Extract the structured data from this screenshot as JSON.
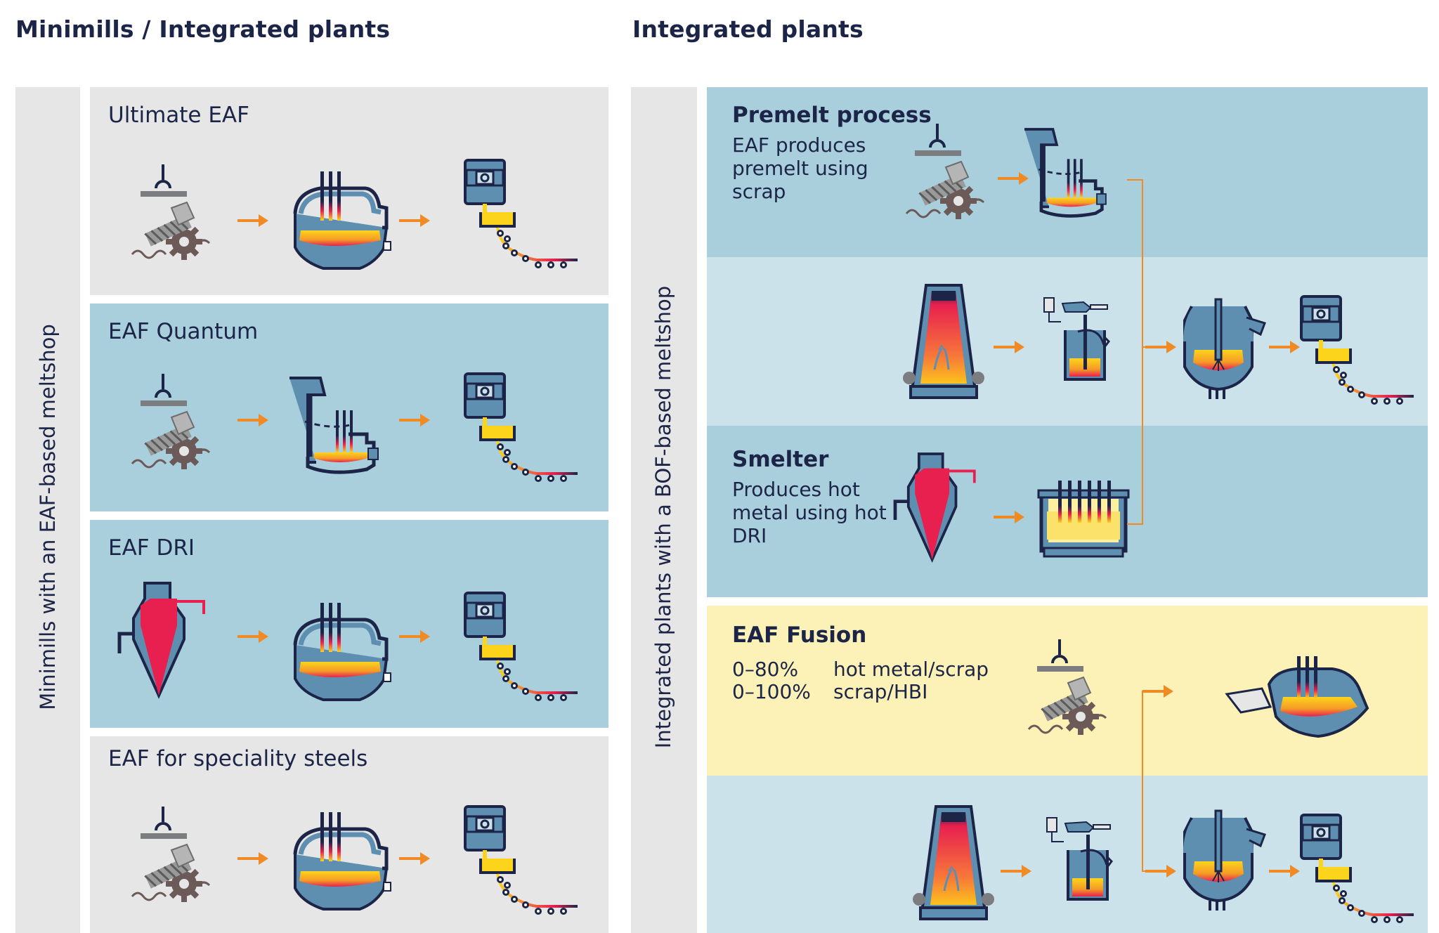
{
  "headings": {
    "left": "Minimills / Integrated plants",
    "right": "Integrated plants"
  },
  "side_labels": {
    "left": "Minimills with an EAF-based meltshop",
    "right": "Integrated plants with a BOF-based meltshop"
  },
  "panels": {
    "ultimate_eaf": {
      "title": "Ultimate EAF"
    },
    "eaf_quantum": {
      "title": "EAF Quantum"
    },
    "eaf_dri": {
      "title": "EAF DRI"
    },
    "eaf_specialty": {
      "title": "EAF for speciality steels"
    },
    "premelt": {
      "title": "Premelt process",
      "desc": "EAF produces premelt using scrap"
    },
    "smelter": {
      "title": "Smelter",
      "desc": "Produces hot metal using hot DRI"
    },
    "eaf_fusion": {
      "title": "EAF Fusion",
      "rows": [
        {
          "pct": "0–80%",
          "label": "hot metal/scrap"
        },
        {
          "pct": "0–100%",
          "label": "scrap/HBI"
        }
      ]
    }
  },
  "icons": [
    "scrap-magnet-icon",
    "eaf-furnace-icon",
    "quantum-furnace-icon",
    "dri-shaft-icon",
    "ladle-caster-icon",
    "blast-furnace-icon",
    "desulfurization-icon",
    "bof-converter-icon",
    "smelter-furnace-icon",
    "fusion-furnace-icon",
    "arrow-icon"
  ],
  "colors": {
    "navy": "#1c2547",
    "steel_blue": "#5f8fb0",
    "orange": "#f08a24",
    "hot_red": "#e8204f",
    "melt_yellow": "#fcd41c",
    "gray_panel": "#e6e6e6",
    "blue_panel": "#a9cedc",
    "light_blue_panel": "#cce2ea",
    "yellow_panel": "#fcf1b6"
  }
}
